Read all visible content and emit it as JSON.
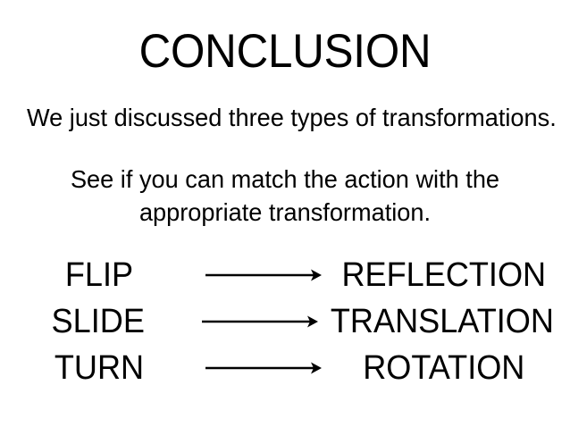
{
  "slide": {
    "background_color": "#ffffff",
    "text_color": "#000000",
    "title": "CONCLUSION",
    "intro_line": "We just discussed three types of transformations.",
    "instruction_lines": [
      "See if you can match the action with the",
      "appropriate transformation."
    ],
    "matching": {
      "arrow_icon": "arrow-right-icon",
      "pairs": [
        {
          "action": "FLIP",
          "transformation": "REFLECTION"
        },
        {
          "action": "SLIDE",
          "transformation": "TRANSLATION"
        },
        {
          "action": "TURN",
          "transformation": "ROTATION"
        }
      ]
    }
  }
}
